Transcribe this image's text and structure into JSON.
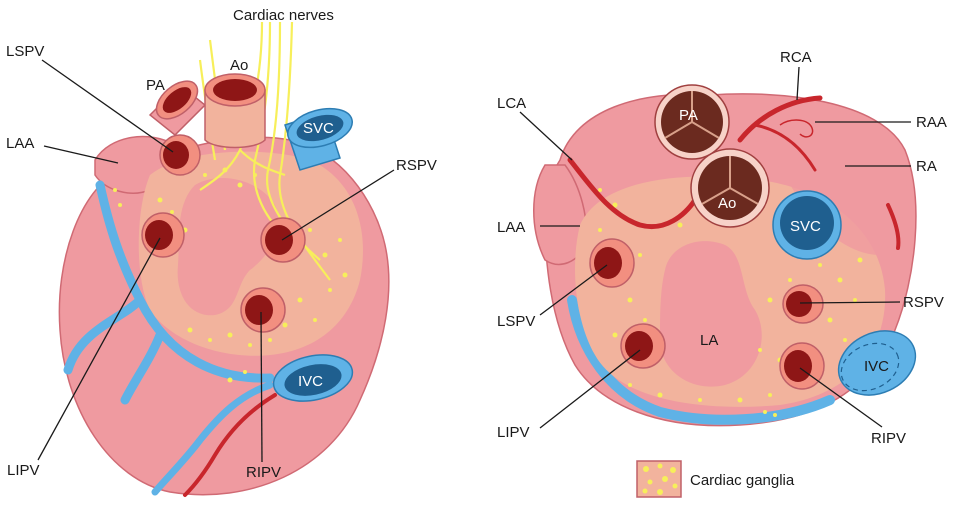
{
  "left_view": {
    "title": "Cardiac nerves",
    "labels": {
      "lspv": "LSPV",
      "pa": "PA",
      "ao": "Ao",
      "laa": "LAA",
      "svc": "SVC",
      "rspv": "RSPV",
      "ivc": "IVC",
      "lipv": "LIPV",
      "ripv": "RIPV"
    }
  },
  "right_view": {
    "labels": {
      "lca": "LCA",
      "rca": "RCA",
      "raa": "RAA",
      "ra": "RA",
      "pa": "PA",
      "ao": "Ao",
      "laa": "LAA",
      "svc": "SVC",
      "lspv": "LSPV",
      "rspv": "RSPV",
      "la": "LA",
      "ivc": "IVC",
      "lipv": "LIPV",
      "ripv": "RIPV"
    }
  },
  "legend": {
    "label": "Cardiac ganglia"
  },
  "colors": {
    "heart": "#ef9aa0",
    "heart_dark": "#e98890",
    "atrium": "#f2b39d",
    "vessel_red": "#c8262c",
    "vein_dark": "#8e1616",
    "vein_ring": "#f28f80",
    "vena_cava": "#5fb2e6",
    "vena_cava_dark": "#1f5f8f",
    "nerve": "#f7ef5a",
    "valve_fill": "#6b2a1f"
  }
}
